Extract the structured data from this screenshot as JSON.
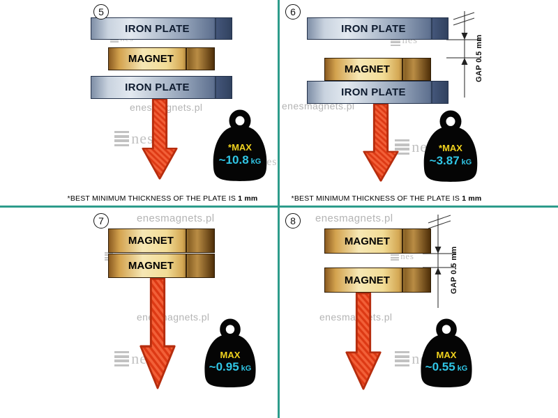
{
  "watermark": {
    "site": "enesmagnets.pl",
    "brand": "Enes",
    "brand_suffix": "nes"
  },
  "colors": {
    "divider_teal": "#2d9c8b",
    "arrow_red": "#e8471c",
    "max_yellow": "#f0d21e",
    "value_cyan": "#30c6e6",
    "iron_plate_blue": "#8aa0bc",
    "magnet_gold": "#e6c268"
  },
  "panels": {
    "p5": {
      "number": "5",
      "bars": [
        {
          "label": "IRON PLATE"
        },
        {
          "label": "MAGNET"
        },
        {
          "label": "IRON PLATE"
        }
      ],
      "weight": {
        "max": "*MAX",
        "value": "~10.8",
        "unit": "kG"
      },
      "footnote": {
        "text": "*BEST MINIMUM THICKNESS OF THE PLATE IS",
        "bold": "1 mm"
      }
    },
    "p6": {
      "number": "6",
      "bars": [
        {
          "label": "IRON PLATE"
        },
        {
          "label": "MAGNET"
        },
        {
          "label": "IRON PLATE"
        }
      ],
      "gap_label": "GAP 0.5 mm",
      "weight": {
        "max": "*MAX",
        "value": "~3.87",
        "unit": "kG"
      },
      "footnote": {
        "text": "*BEST MINIMUM THICKNESS OF THE PLATE IS",
        "bold": "1 mm"
      }
    },
    "p7": {
      "number": "7",
      "bars": [
        {
          "label": "MAGNET"
        },
        {
          "label": "MAGNET"
        }
      ],
      "weight": {
        "max": "MAX",
        "value": "~0.95",
        "unit": "kG"
      }
    },
    "p8": {
      "number": "8",
      "bars": [
        {
          "label": "MAGNET"
        },
        {
          "label": "MAGNET"
        }
      ],
      "gap_label": "GAP 0.5 mm",
      "weight": {
        "max": "MAX",
        "value": "~0.55",
        "unit": "kG"
      }
    }
  }
}
